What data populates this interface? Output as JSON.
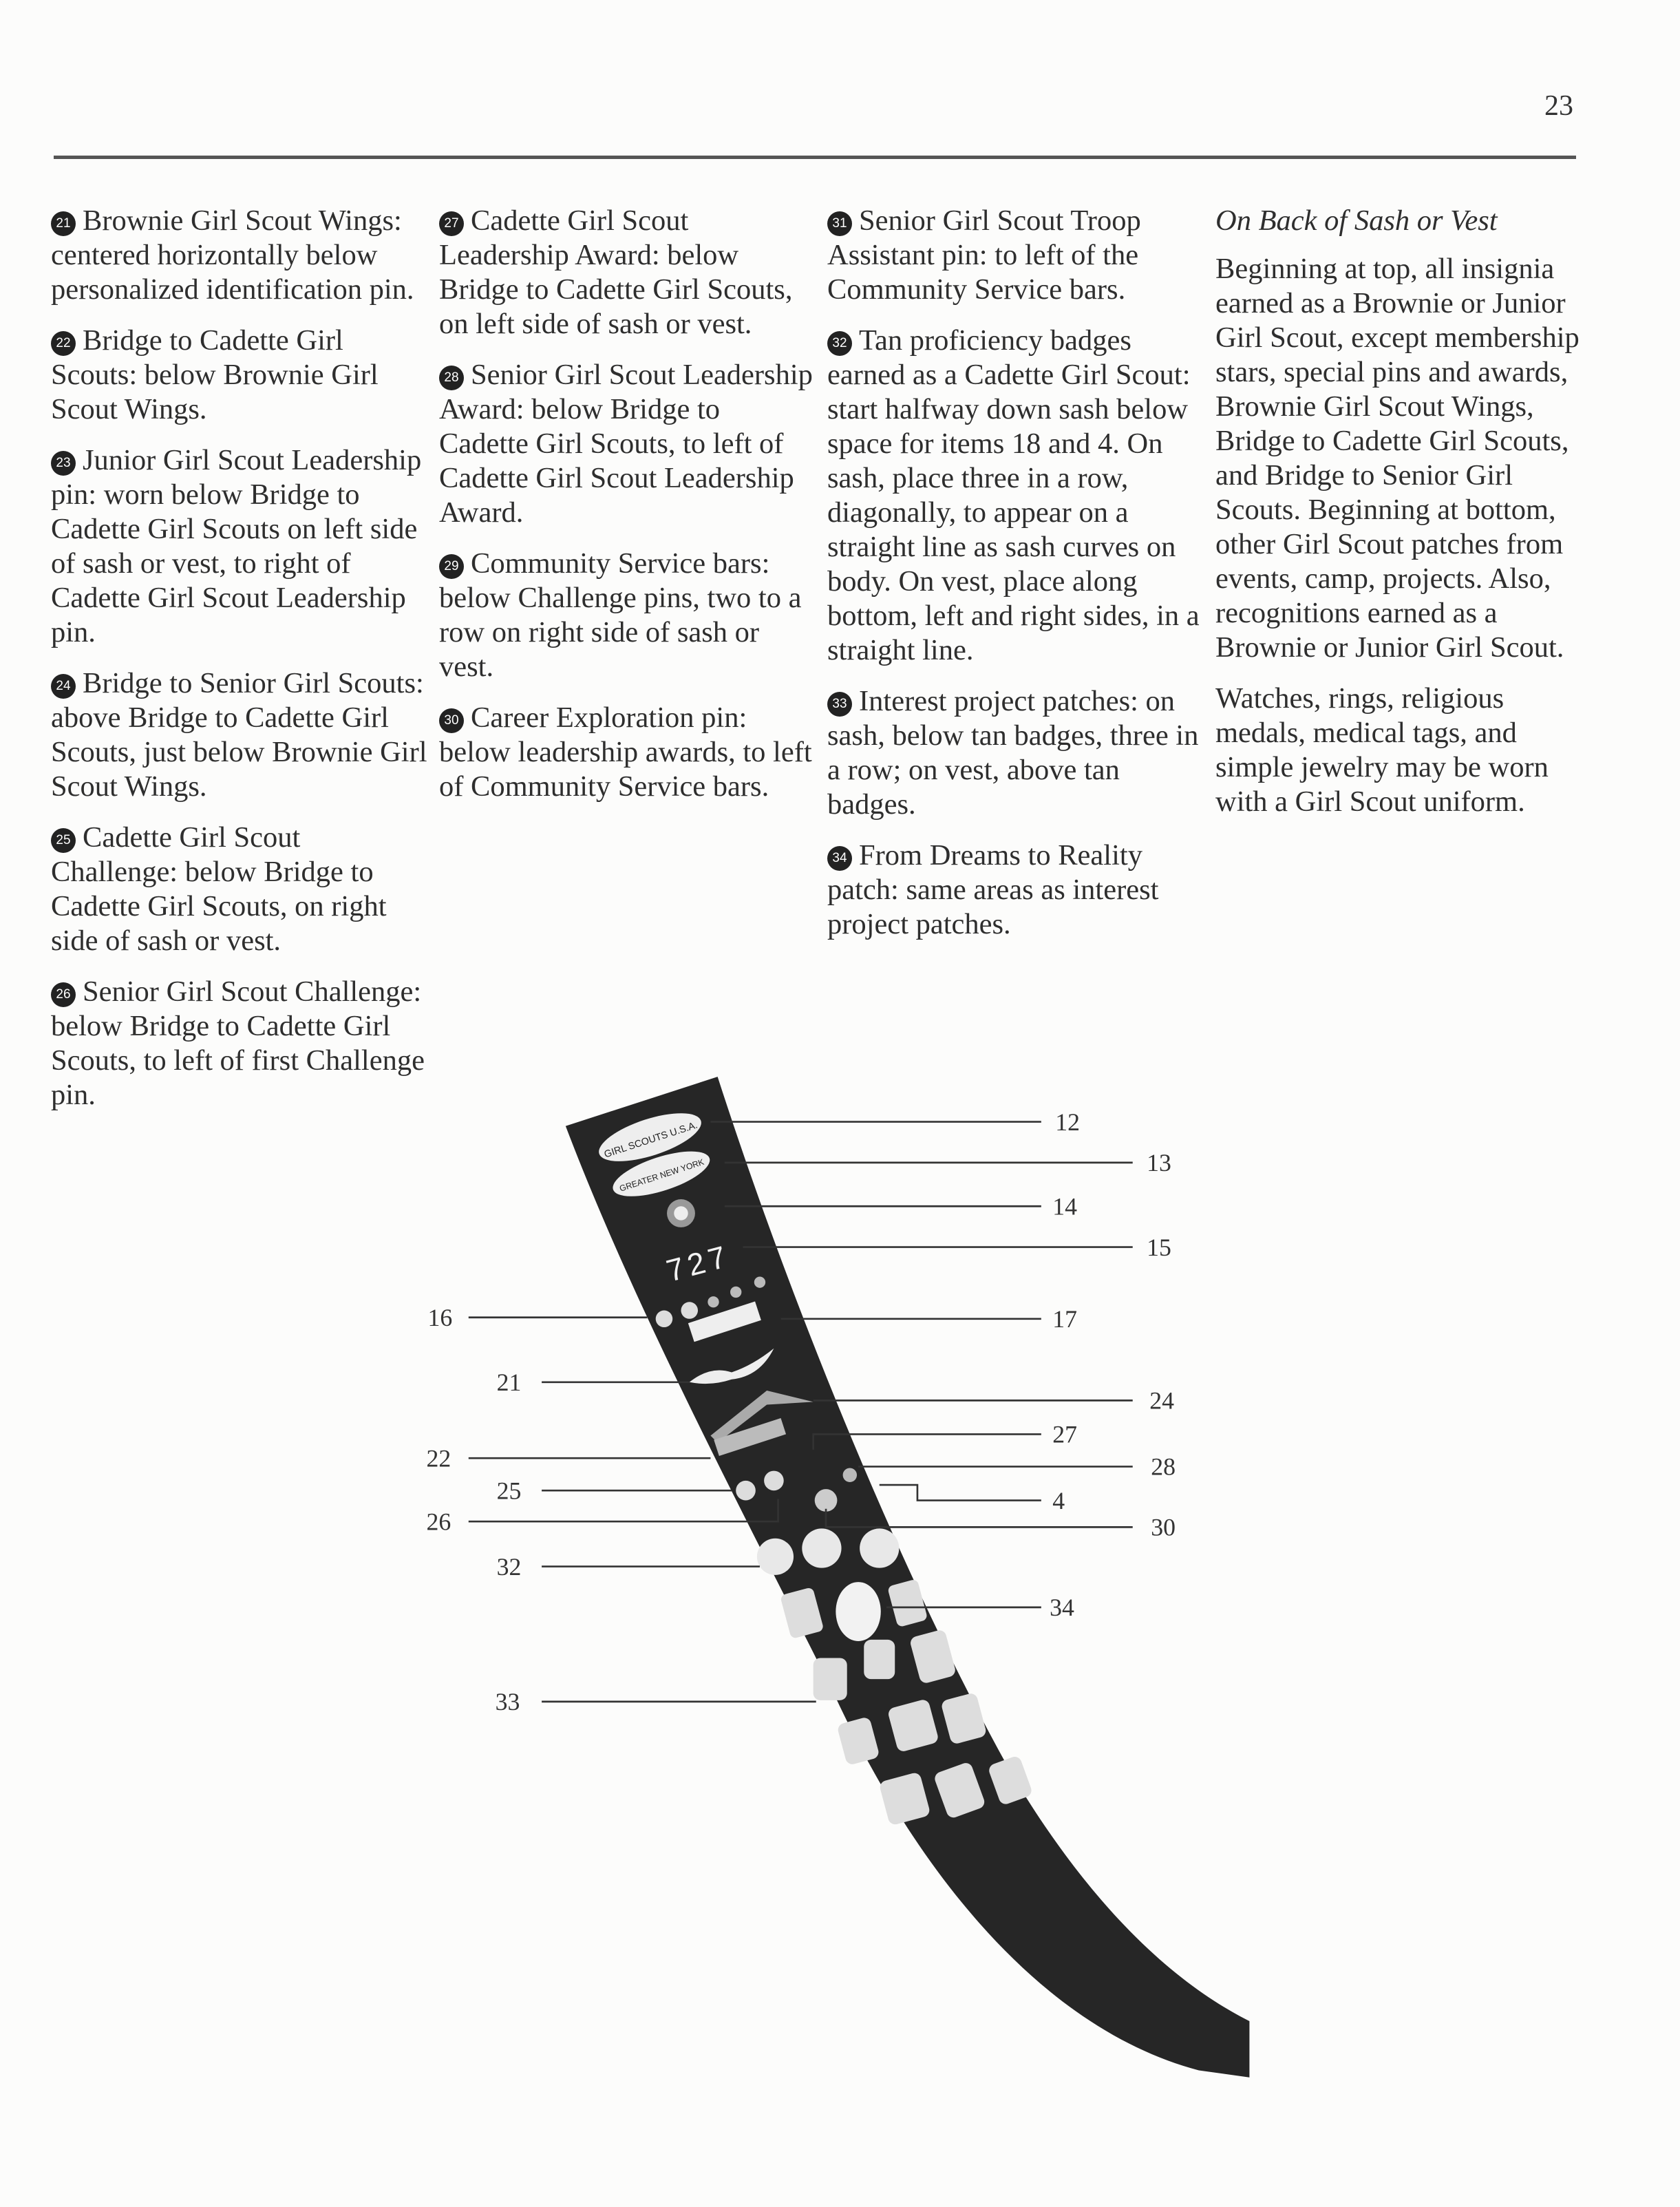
{
  "page_number": "23",
  "columns": [
    [
      {
        "num": "21",
        "text": "Brownie Girl Scout Wings: centered horizontally below personalized identification pin."
      },
      {
        "num": "22",
        "text": "Bridge to Cadette Girl Scouts: below Brownie Girl Scout Wings."
      },
      {
        "num": "23",
        "text": "Junior Girl Scout Leadership pin: worn below Bridge to Cadette Girl Scouts on left side of sash or vest, to right of Cadette Girl Scout Leadership pin."
      },
      {
        "num": "24",
        "text": "Bridge to Senior Girl Scouts: above Bridge to Cadette Girl Scouts, just below Brownie Girl Scout Wings."
      },
      {
        "num": "25",
        "text": "Cadette Girl Scout Challenge: below Bridge to Cadette Girl Scouts, on right side of sash or vest."
      },
      {
        "num": "26",
        "text": "Senior Girl Scout Challenge: below Bridge to Cadette Girl Scouts, to left of first Challenge pin."
      }
    ],
    [
      {
        "num": "27",
        "text": "Cadette Girl Scout Leadership Award: below Bridge to Cadette Girl Scouts, on left side of sash or vest."
      },
      {
        "num": "28",
        "text": "Senior Girl Scout Leadership Award: below Bridge to Cadette Girl Scouts, to left of Cadette Girl Scout Leadership Award."
      },
      {
        "num": "29",
        "text": "Community Service bars: below Challenge pins, two to a row on right side of sash or vest."
      },
      {
        "num": "30",
        "text": "Career Exploration pin: below leadership awards, to left of Community Service bars."
      }
    ],
    [
      {
        "num": "31",
        "text": "Senior Girl Scout Troop Assistant pin: to left of the Community Service bars."
      },
      {
        "num": "32",
        "text": "Tan proficiency badges earned as a Cadette Girl Scout: start halfway down sash below space for items 18 and 4. On sash, place three in a row, diagonally, to appear on a straight line as sash curves on body. On vest, place along bottom, left and right sides, in a straight line."
      },
      {
        "num": "33",
        "text": "Interest project patches: on sash, below tan badges, three in a row; on vest, above tan badges."
      },
      {
        "num": "34",
        "text": "From Dreams to Reality patch: same areas as interest project patches."
      }
    ]
  ],
  "back_section": {
    "heading": "On Back of Sash or Vest",
    "paragraphs": [
      "Beginning at top, all insignia earned as a Brownie or Junior Girl Scout, except membership stars, special pins and awards, Brownie Girl Scout Wings, Bridge to Cadette Girl Scouts, and Bridge to Senior Girl Scouts. Beginning at bottom, other Girl Scout patches from events, camp, projects. Also, recognitions earned as a Brownie or Junior Girl Scout.",
      "Watches, rings, religious medals, medical tags, and simple jewelry may be worn with a Girl Scout uniform."
    ]
  },
  "figure": {
    "labels": [
      "12",
      "13",
      "14",
      "15",
      "16",
      "17",
      "21",
      "24",
      "27",
      "22",
      "28",
      "25",
      "4",
      "26",
      "30",
      "32",
      "34",
      "33"
    ],
    "patch_text": {
      "org": "GIRL SCOUTS U.S.A.",
      "council": "GREATER NEW YORK",
      "troop": "727"
    }
  }
}
